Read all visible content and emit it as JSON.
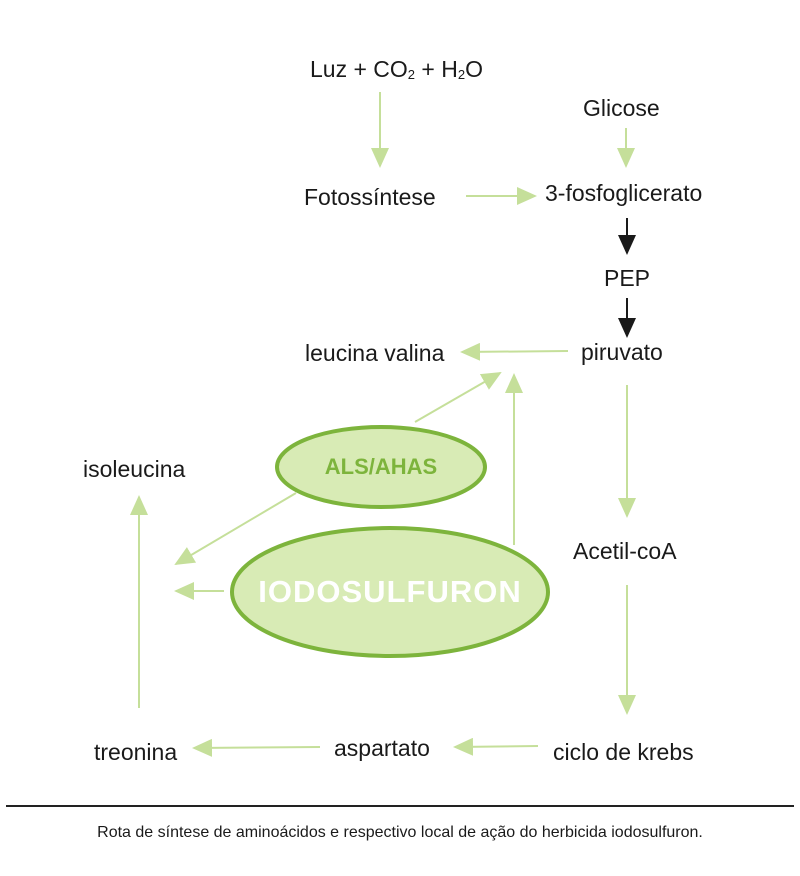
{
  "nodes": {
    "luz": {
      "pre": "Luz + CO",
      "sub1": "2",
      "mid": " + H",
      "sub2": "2",
      "post": "O"
    },
    "glicose": "Glicose",
    "fotossintese": "Fotossíntese",
    "fosfoglicerato": "3-fosfoglicerato",
    "pep": "PEP",
    "piruvato": "piruvato",
    "leucina_valina": "leucina valina",
    "isoleucina": "isoleucina",
    "acetil_coa": "Acetil-coA",
    "ciclo_krebs": "ciclo de krebs",
    "aspartato": "aspartato",
    "treonina": "treonina"
  },
  "enzyme": "ALS/AHAS",
  "herbicide": "IODOSULFURON",
  "caption": "Rota de síntese de aminoácidos e respectivo local de ação do herbicida iodosulfuron.",
  "colors": {
    "arrow_green": "#c5df9a",
    "arrow_black": "#1a1a1a",
    "ellipse_fill": "#d8ebb5",
    "ellipse_stroke": "#7db43c",
    "ellipse_text_enzyme": "#7db43c",
    "ellipse_text_herbicide": "#ffffff"
  }
}
